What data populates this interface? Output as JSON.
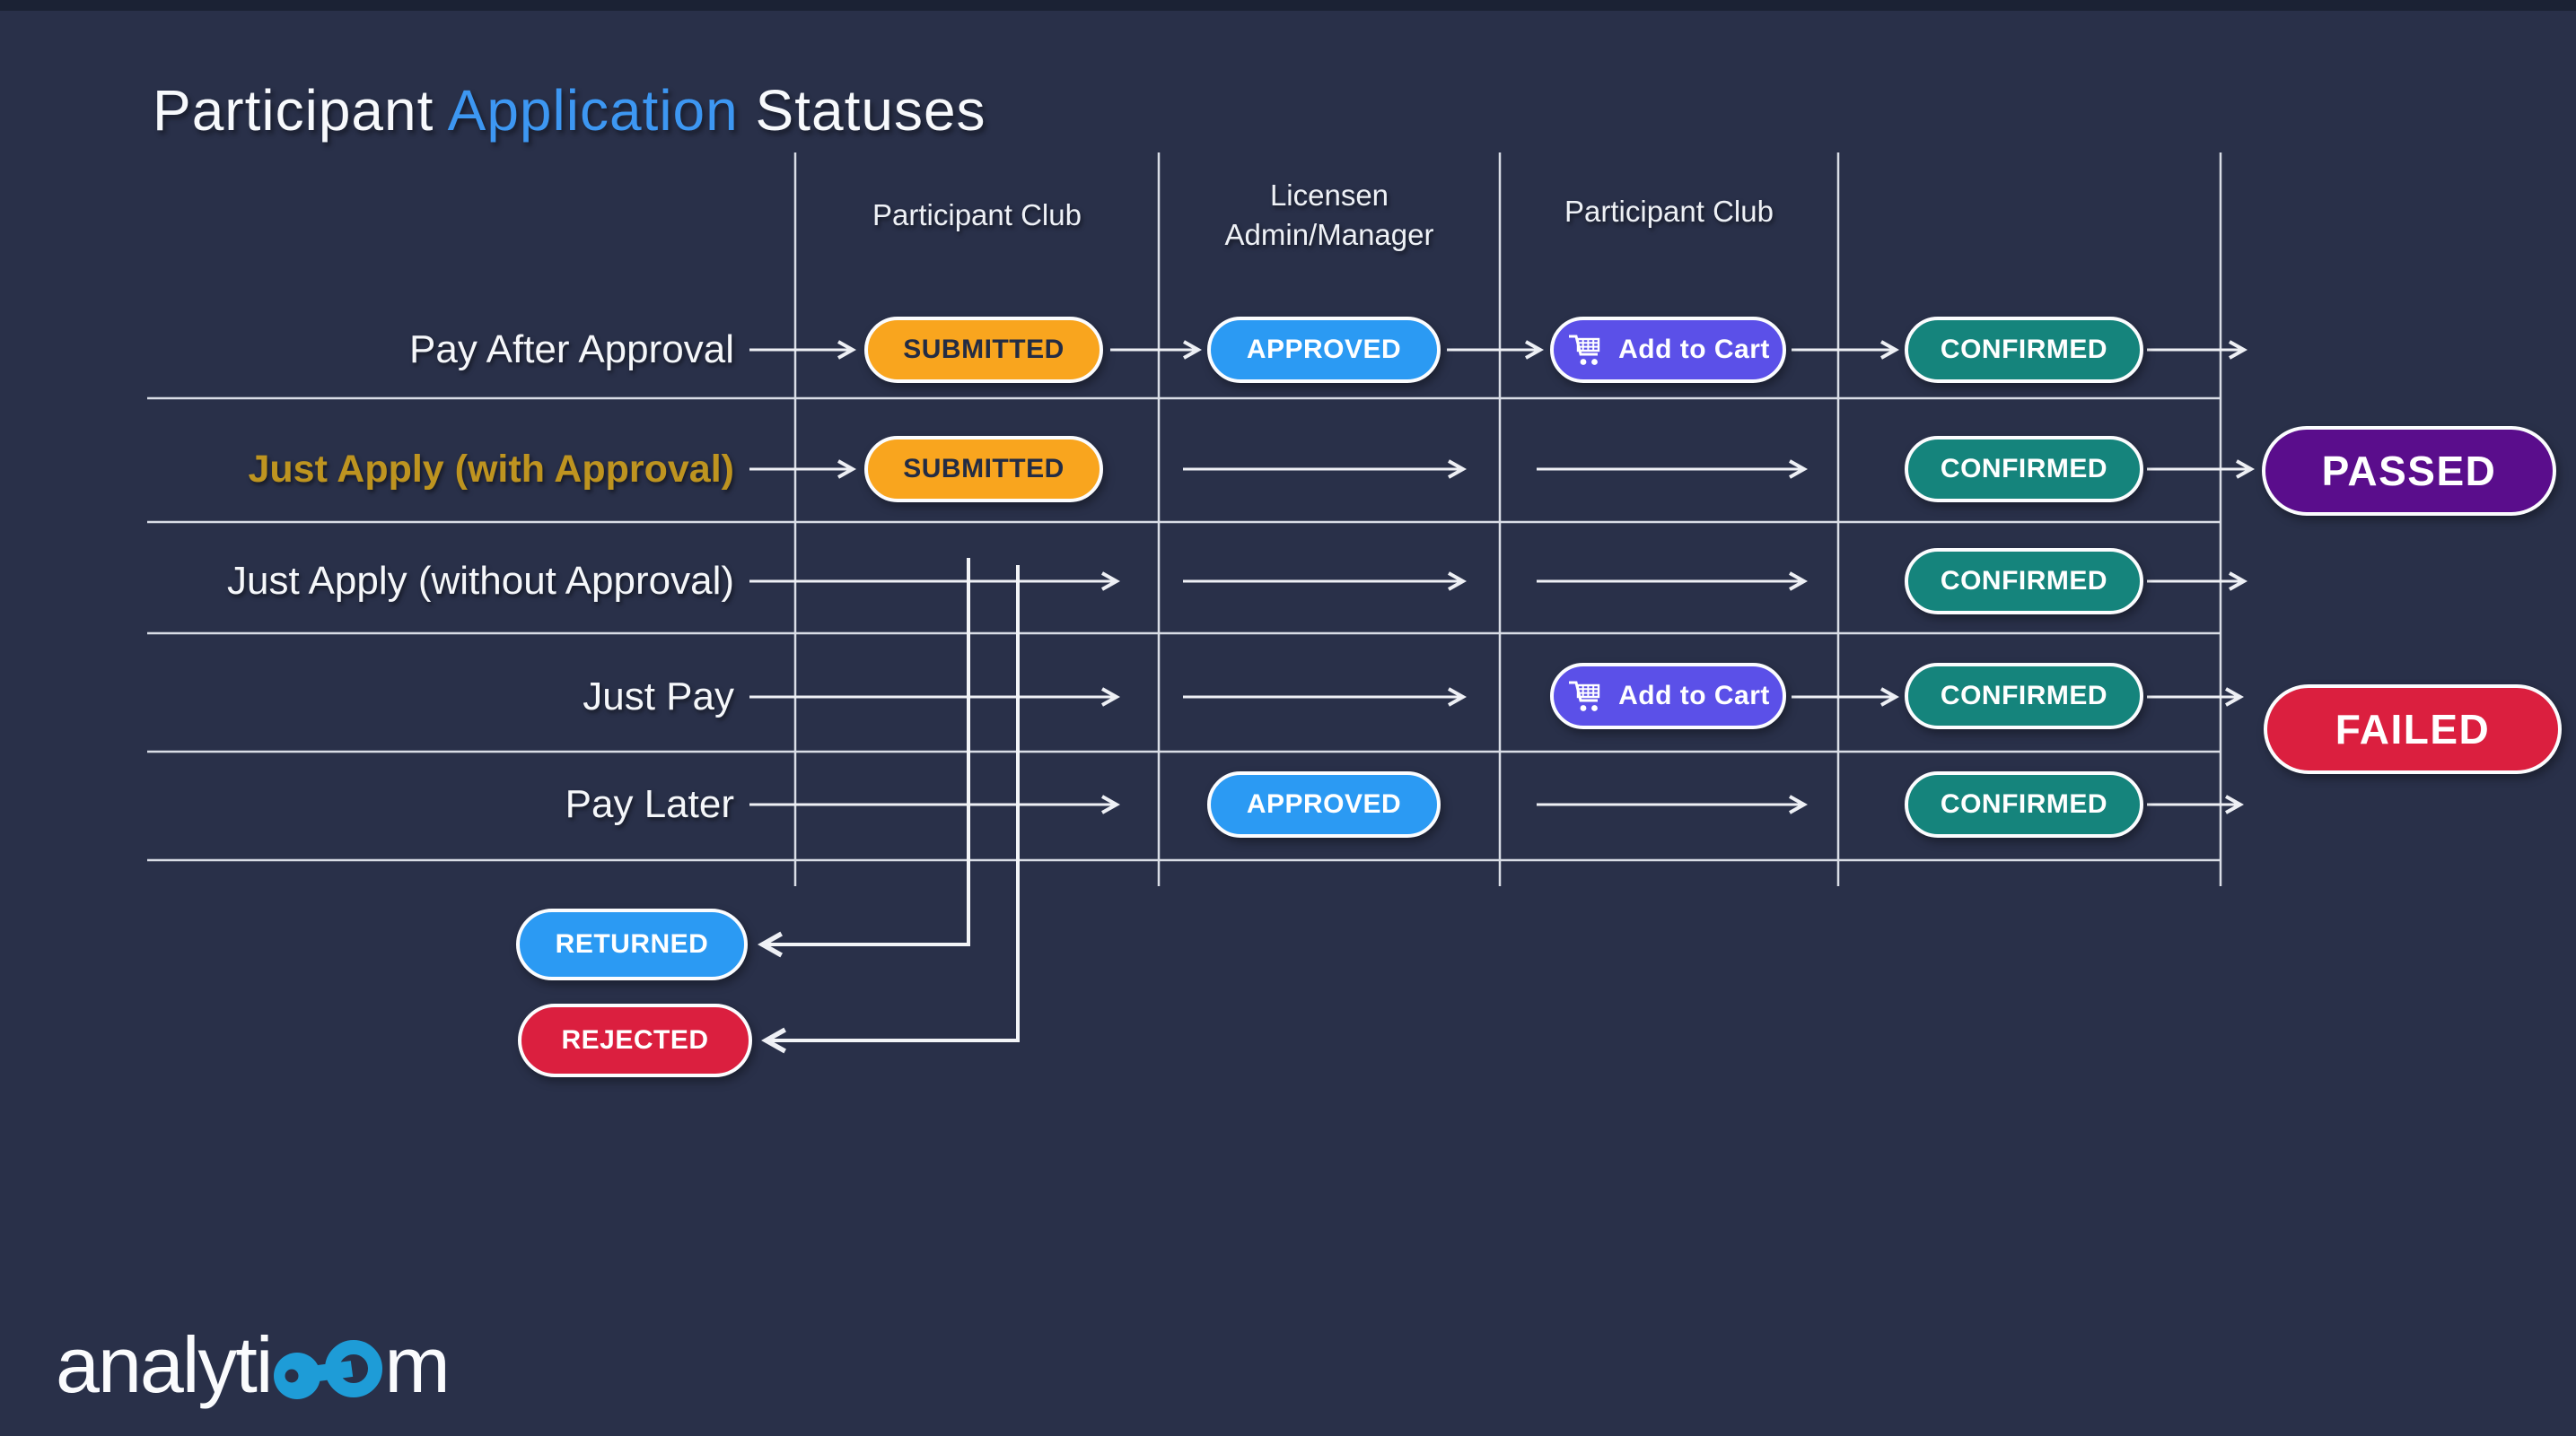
{
  "title": {
    "text_before": "Participant ",
    "highlight": "Application",
    "text_after": " Statuses",
    "highlight_color": "#3d97f2"
  },
  "columns": [
    {
      "label": "Participant Club"
    },
    {
      "label": "Licensen Admin/Manager",
      "line1": "Licensen",
      "line2": "Admin/Manager"
    },
    {
      "label": "Participant Club"
    }
  ],
  "rows": [
    {
      "label": "Pay After Approval",
      "highlighted": false,
      "steps": [
        "submitted",
        "approved",
        "add_to_cart",
        "confirmed"
      ]
    },
    {
      "label": "Just Apply (with Approval)",
      "highlighted": true,
      "steps": [
        "submitted",
        null,
        null,
        "confirmed"
      ]
    },
    {
      "label": "Just Apply (without Approval)",
      "highlighted": false,
      "steps": [
        null,
        null,
        null,
        "confirmed"
      ]
    },
    {
      "label": "Just Pay",
      "highlighted": false,
      "steps": [
        null,
        null,
        "add_to_cart",
        "confirmed"
      ]
    },
    {
      "label": "Pay Later",
      "highlighted": false,
      "steps": [
        null,
        "approved",
        null,
        "confirmed"
      ]
    }
  ],
  "rows_meta": {
    "highlight_color": "#be9420"
  },
  "statuses": {
    "submitted": {
      "label": "SUBMITTED",
      "bg": "#f9a51e",
      "text": "#232c44"
    },
    "approved": {
      "label": "APPROVED",
      "bg": "#2b9af3",
      "text": "#ffffff"
    },
    "add_to_cart": {
      "label": "Add to Cart",
      "bg": "#5b50e8",
      "text": "#ffffff"
    },
    "confirmed": {
      "label": "CONFIRMED",
      "bg": "#15847c",
      "text": "#ffffff"
    },
    "returned": {
      "label": "RETURNED",
      "bg": "#2b9af3",
      "text": "#ffffff"
    },
    "rejected": {
      "label": "REJECTED",
      "bg": "#db1f3f",
      "text": "#ffffff"
    },
    "passed": {
      "label": "PASSED",
      "bg": "#5a0d8c",
      "text": "#ffffff"
    },
    "failed": {
      "label": "FAILED",
      "bg": "#db1f3f",
      "text": "#ffffff"
    }
  },
  "logo": {
    "text": "analyticom",
    "prefix": "analyti",
    "suffix": "m",
    "accent_color": "#1e9cd7"
  }
}
